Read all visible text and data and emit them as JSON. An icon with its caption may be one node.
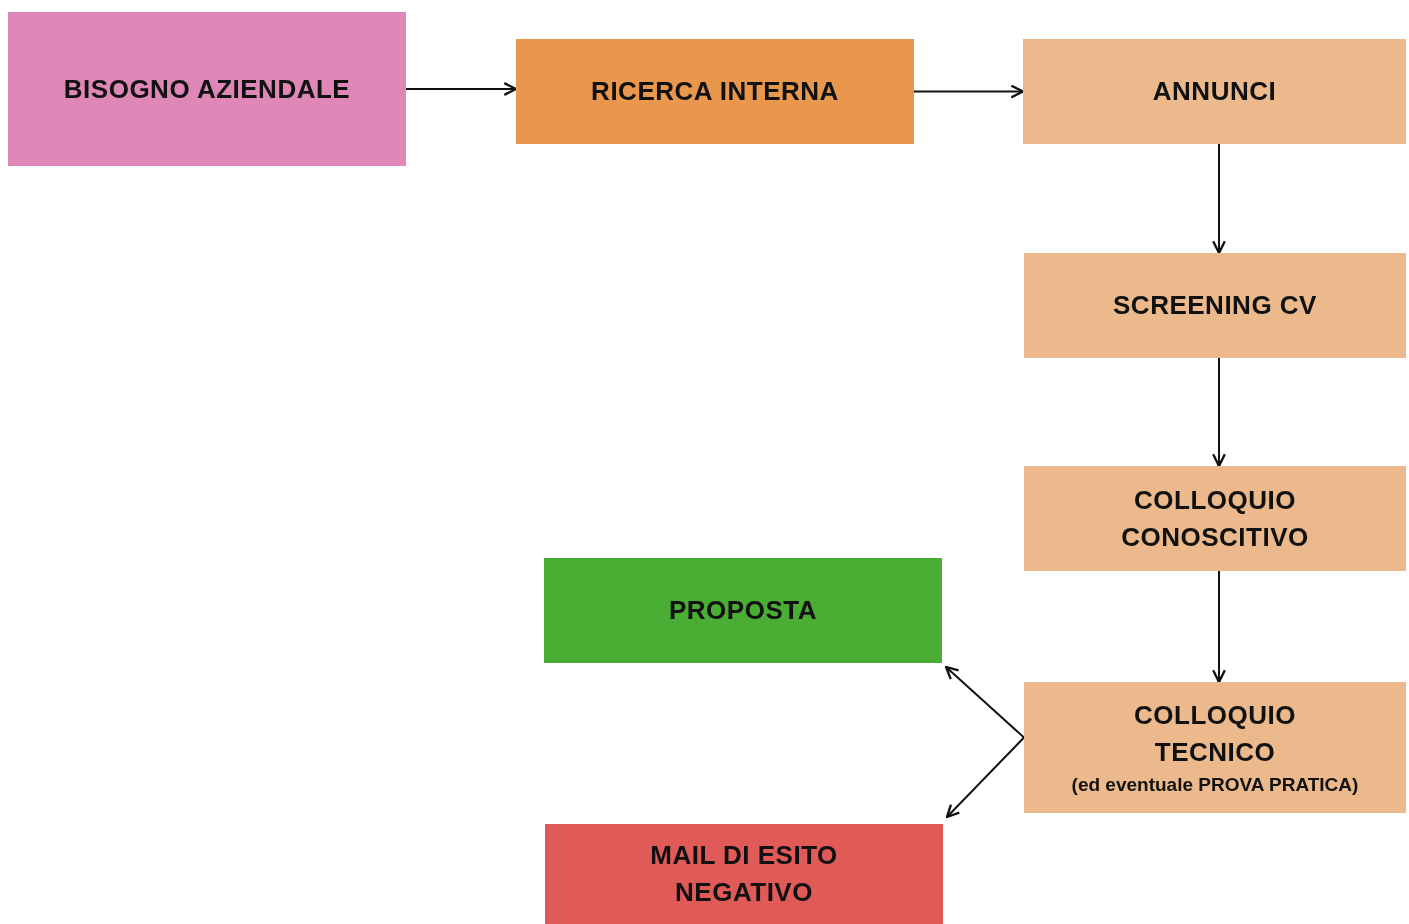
{
  "diagram": {
    "nodes": [
      {
        "text": [
          "BISOGNO AZIENDALE"
        ]
      },
      {
        "text": [
          "RICERCA INTERNA"
        ]
      },
      {
        "text": [
          "ANNUNCI"
        ]
      },
      {
        "text": [
          "SCREENING CV"
        ]
      },
      {
        "text": [
          "COLLOQUIO CONOSCITIVO"
        ]
      },
      {
        "text": [
          "PROPOSTA"
        ]
      },
      {
        "text": [
          "COLLOQUIO TECNICO",
          "(ed eventuale PROVA PRATICA)"
        ]
      },
      {
        "text": [
          "MAIL DI ESITO NEGATIVO"
        ]
      }
    ],
    "edges": [
      {
        "from": 0,
        "to": 1,
        "arrow": "to"
      },
      {
        "from": 1,
        "to": 2,
        "arrow": "to"
      },
      {
        "from": 2,
        "to": 3,
        "arrow": "to"
      },
      {
        "from": 3,
        "to": 4,
        "arrow": "to"
      },
      {
        "from": 4,
        "to": 6,
        "arrow": "to"
      },
      {
        "from": 6,
        "to": 5,
        "arrow": "to"
      },
      {
        "from": 6,
        "to": 7,
        "arrow": "to"
      }
    ]
  }
}
